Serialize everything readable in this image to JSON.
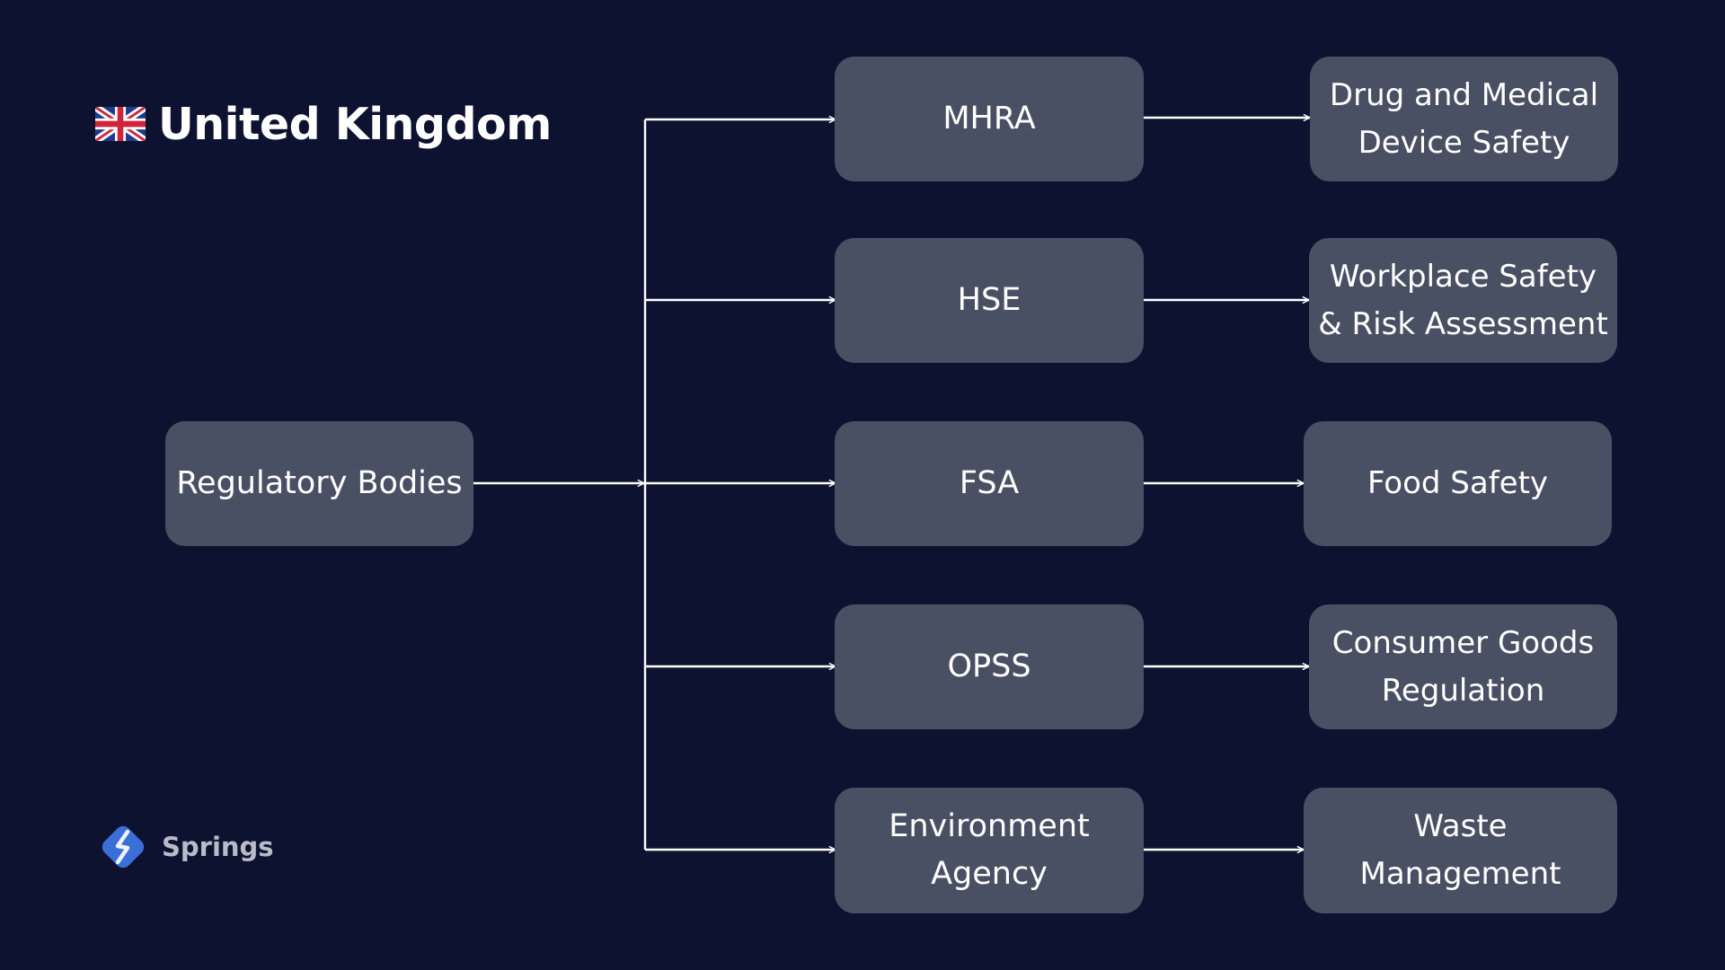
{
  "header": {
    "flag_icon": "uk-flag-icon",
    "title": "United Kingdom"
  },
  "diagram": {
    "root": {
      "label": "Regulatory Bodies"
    },
    "agencies": [
      {
        "label": "MHRA",
        "area": "Drug and Medical\nDevice Safety"
      },
      {
        "label": "HSE",
        "area": "Workplace Safety\n& Risk Assessment"
      },
      {
        "label": "FSA",
        "area": "Food Safety"
      },
      {
        "label": "OPSS",
        "area": "Consumer Goods\nRegulation"
      },
      {
        "label": "Environment\nAgency",
        "area": "Waste\nManagement"
      }
    ]
  },
  "brand": {
    "logo_icon": "springs-logo-icon",
    "name": "Springs"
  },
  "colors": {
    "background": "#0d1230",
    "box": "#4a5063",
    "text": "#ffffff",
    "connector": "#ffffff",
    "brand_text": "#b9bcc8",
    "logo_blue": "#3b6fd8"
  }
}
